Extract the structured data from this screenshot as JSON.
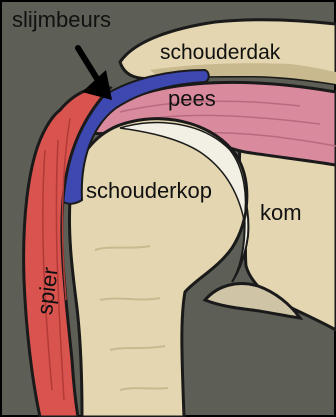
{
  "labels": {
    "slijmbeurs": "slijmbeurs",
    "schouderdak": "schouderdak",
    "pees": "pees",
    "schouderkop": "schouderkop",
    "kom": "kom",
    "spier": "spier"
  },
  "colors": {
    "background": "#5d5f56",
    "bone": "#e3d6b0",
    "bone_shadow": "#c9b98e",
    "tendon": "#d98a9c",
    "bursa": "#3d48b0",
    "muscle": "#d9534f",
    "outline": "#1a1a1a",
    "cartilage": "#f2efe4",
    "arrow": "#000000"
  }
}
